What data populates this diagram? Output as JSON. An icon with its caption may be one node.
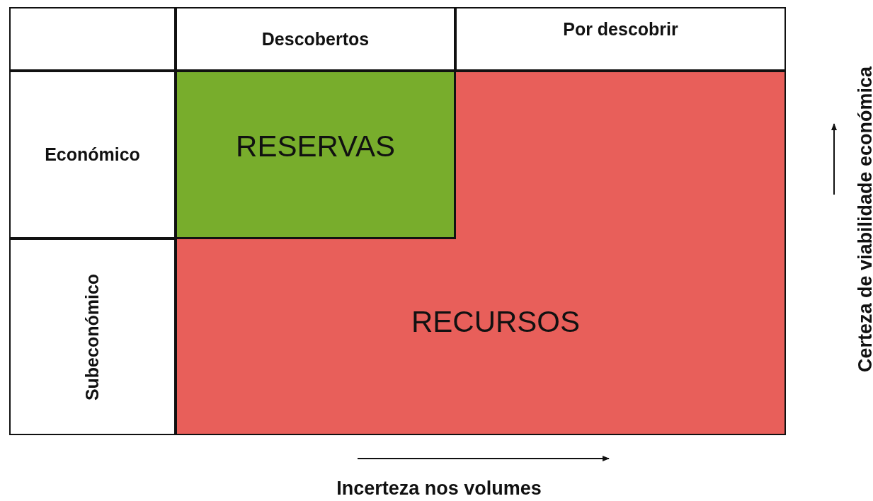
{
  "diagram": {
    "nodes": [
      {
        "text": [],
        "shape": "box"
      },
      {
        "text": [
          "Descobertos"
        ]
      },
      {
        "text": [
          "Por descobrir"
        ]
      },
      {
        "text": [
          "Económico"
        ]
      },
      {
        "text": [
          "RESERVAS"
        ]
      },
      {
        "text": [
          "Subeconómico"
        ]
      },
      {
        "text": [
          "RECURSOS"
        ]
      }
    ],
    "labels": [
      "Certeza de viabilidade económica",
      "Incerteza nos volumes"
    ]
  }
}
